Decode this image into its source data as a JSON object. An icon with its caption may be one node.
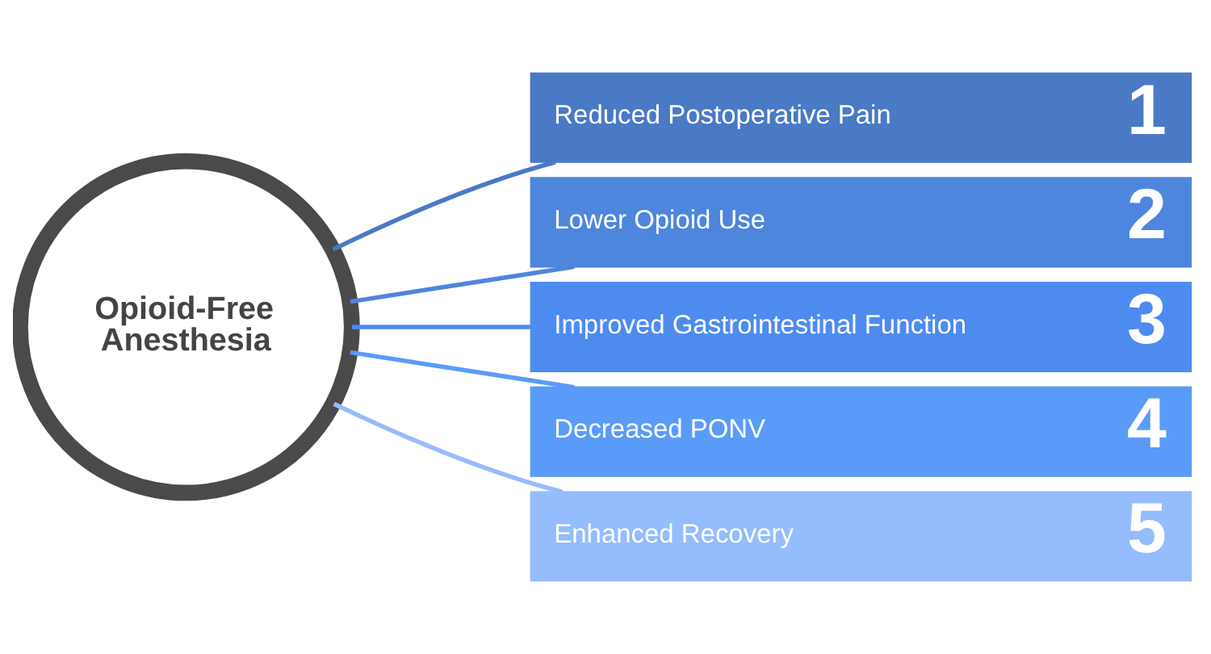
{
  "diagram": {
    "nodes": [
      {
        "text": [
          "Opioid-Free Anesthesia"
        ]
      },
      {
        "text": [
          "Reduced Postoperative Pain",
          "1"
        ]
      },
      {
        "text": [
          "Lower Opioid Use",
          "2"
        ]
      },
      {
        "text": [
          "Improved Gastrointestinal Function",
          "3"
        ]
      },
      {
        "text": [
          "Decreased PONV",
          "4"
        ]
      },
      {
        "text": [
          "Enhanced Recovery",
          "5"
        ]
      }
    ],
    "edges": [
      {
        "from": 0,
        "to": 1,
        "arrow": "none",
        "color": "#4a79c6"
      },
      {
        "from": 0,
        "to": 2,
        "arrow": "none",
        "color": "#4e86dd"
      },
      {
        "from": 0,
        "to": 3,
        "arrow": "none",
        "color": "#4d8bef"
      },
      {
        "from": 0,
        "to": 4,
        "arrow": "none",
        "color": "#5a9bf9"
      },
      {
        "from": 0,
        "to": 5,
        "arrow": "none",
        "color": "#95bcfd"
      }
    ]
  }
}
